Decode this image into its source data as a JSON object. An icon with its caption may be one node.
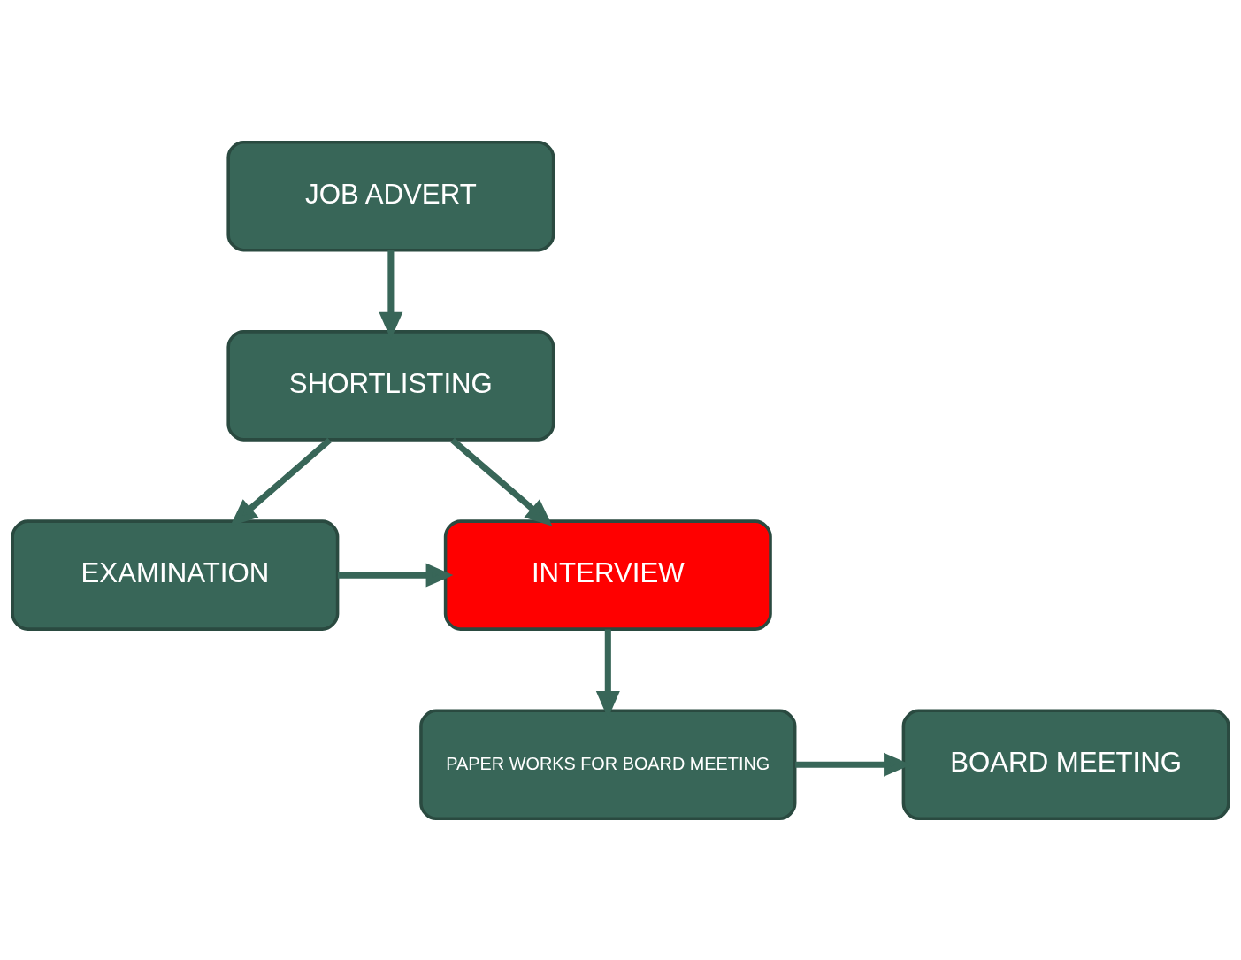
{
  "diagram": {
    "nodes": [
      {
        "text": [
          "JOB ADVERT"
        ]
      },
      {
        "text": [
          "SHORTLISTING"
        ]
      },
      {
        "text": [
          "INTERVIEW"
        ]
      },
      {
        "text": [
          "EXAMINATION"
        ]
      },
      {
        "text": [
          "PAPER WORKS FOR BOARD MEETING"
        ]
      },
      {
        "text": [
          "BOARD MEETING"
        ]
      }
    ],
    "edges": [
      {
        "from": 0,
        "to": 1,
        "arrow": "to"
      },
      {
        "from": 1,
        "to": 2,
        "arrow": "to"
      },
      {
        "from": 1,
        "to": 3,
        "arrow": "to"
      },
      {
        "from": 3,
        "to": 2,
        "arrow": "to"
      },
      {
        "from": 2,
        "to": 4,
        "arrow": "to"
      },
      {
        "from": 4,
        "to": 5,
        "arrow": "to"
      }
    ]
  }
}
